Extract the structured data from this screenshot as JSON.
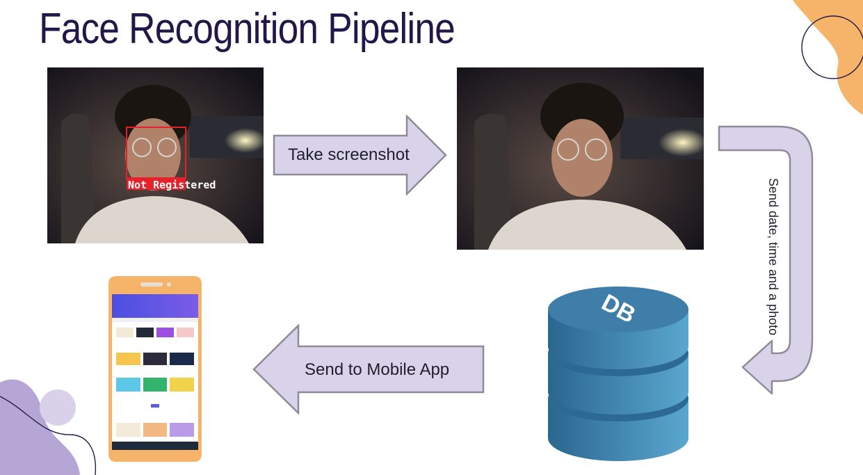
{
  "title": "Face Recognition Pipeline",
  "detection_label": "Not Registered",
  "arrows": {
    "take_screenshot": "Take screenshot",
    "send_db": "Send date, time and a photo",
    "send_mobile": "Send to Mobile App"
  },
  "database_label": "DB",
  "colors": {
    "title": "#23174a",
    "arrow_fill": "#d9d3ea",
    "arrow_stroke": "#8e8a98",
    "db_blue": "#3e7ea8",
    "phone_frame": "#f5b46a",
    "accent_orange": "#f5b46a",
    "accent_purple": "#b6a6d6",
    "detection_box": "#e8202a"
  },
  "icons": {
    "database": "database-cylinder-icon",
    "phone": "mobile-phone-icon",
    "decor": "blob-decoration"
  }
}
